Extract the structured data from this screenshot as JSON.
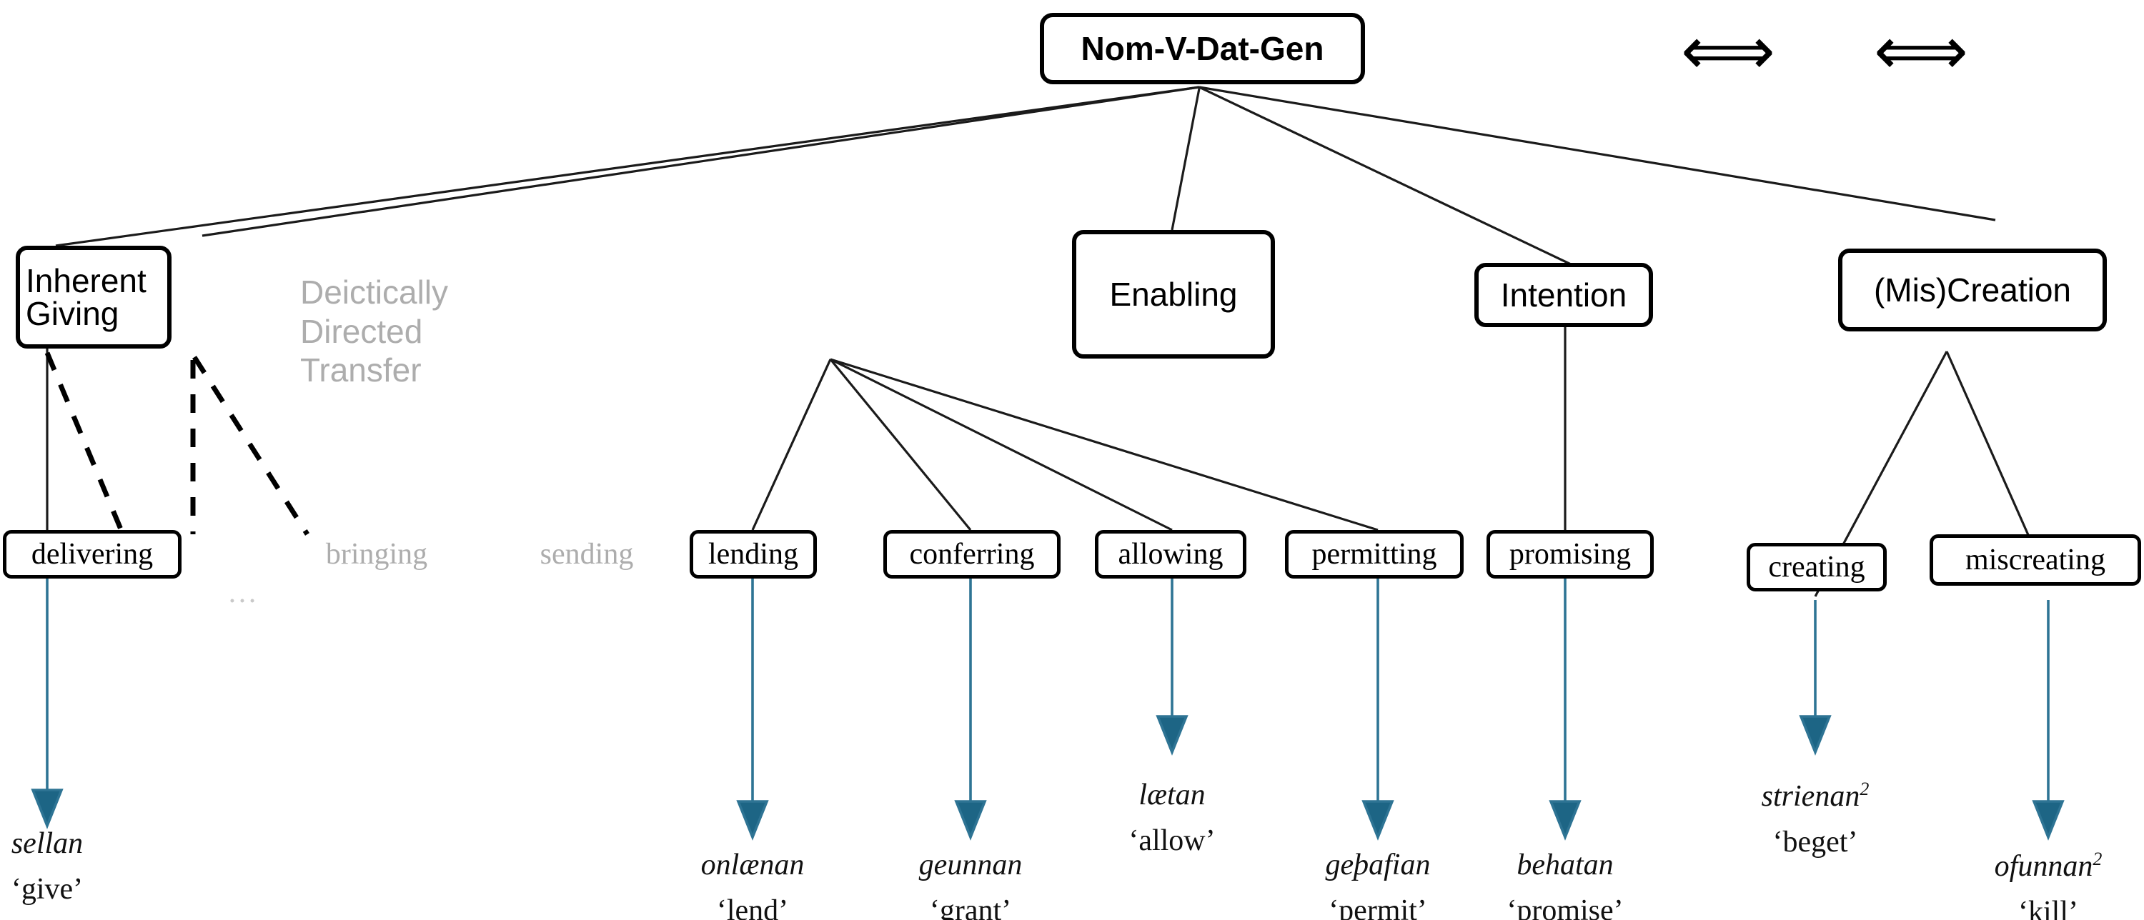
{
  "diagram": {
    "title_node": {
      "label": "Nom-V-Dat-Gen"
    },
    "colors": {
      "node_border": "#000000",
      "text": "#000000",
      "ghost_text": "#adadad",
      "dots_text": "#c9c9c9",
      "gloss_arrow": "#2e7494"
    },
    "legend_arrows": [
      {
        "name": "double-headed-arrow-1",
        "glyph": "⟺"
      },
      {
        "name": "double-headed-arrow-2",
        "glyph": "⟺"
      }
    ],
    "mid_nodes": [
      {
        "id": "inherent-giving",
        "label": "Inherent\nGiving",
        "boxed": true
      },
      {
        "id": "deictically-directed-transfer",
        "label": "Deictically\nDirected\nTransfer",
        "boxed": false
      },
      {
        "id": "enabling",
        "label": "Enabling",
        "boxed": true
      },
      {
        "id": "intention",
        "label": "Intention",
        "boxed": true
      },
      {
        "id": "mis-creation",
        "label": "(Mis)Creation",
        "boxed": true
      }
    ],
    "leaf_nodes": [
      {
        "id": "delivering",
        "label": "delivering",
        "boxed": true,
        "parent": "inherent-giving"
      },
      {
        "id": "ellipsis",
        "label": "…",
        "boxed": false,
        "parent": "inherent-giving"
      },
      {
        "id": "bringing",
        "label": "bringing",
        "boxed": false,
        "parent": "deictically-directed-transfer"
      },
      {
        "id": "sending",
        "label": "sending",
        "boxed": false,
        "parent": "deictically-directed-transfer"
      },
      {
        "id": "lending",
        "label": "lending",
        "boxed": true,
        "parent": "enabling"
      },
      {
        "id": "conferring",
        "label": "conferring",
        "boxed": true,
        "parent": "enabling"
      },
      {
        "id": "allowing",
        "label": "allowing",
        "boxed": true,
        "parent": "enabling"
      },
      {
        "id": "permitting",
        "label": "permitting",
        "boxed": true,
        "parent": "enabling"
      },
      {
        "id": "promising",
        "label": "promising",
        "boxed": true,
        "parent": "intention"
      },
      {
        "id": "creating",
        "label": "creating",
        "boxed": true,
        "parent": "mis-creation"
      },
      {
        "id": "miscreating",
        "label": "miscreating",
        "boxed": true,
        "parent": "mis-creation"
      }
    ],
    "glosses": [
      {
        "id": "sellan",
        "oe": "sellan",
        "sup": "",
        "en": "‘give’",
        "from": "delivering"
      },
      {
        "id": "onlaenan",
        "oe": "onlænan",
        "sup": "",
        "en": "‘lend’",
        "from": "lending"
      },
      {
        "id": "geunnan",
        "oe": "geunnan",
        "sup": "",
        "en": "‘grant’",
        "from": "conferring"
      },
      {
        "id": "laetan",
        "oe": "lætan",
        "sup": "",
        "en": "‘allow’",
        "from": "allowing"
      },
      {
        "id": "gethafian",
        "oe": "geþafian",
        "sup": "",
        "en": "‘permit’",
        "from": "permitting"
      },
      {
        "id": "behatan",
        "oe": "behatan",
        "sup": "",
        "en": "‘promise’",
        "from": "promising"
      },
      {
        "id": "strienan",
        "oe": "strienan",
        "sup": "2",
        "en": "‘beget’",
        "from": "creating"
      },
      {
        "id": "ofunnan",
        "oe": "ofunnan",
        "sup": "2",
        "en": "‘kill’",
        "from": "miscreating"
      }
    ]
  }
}
